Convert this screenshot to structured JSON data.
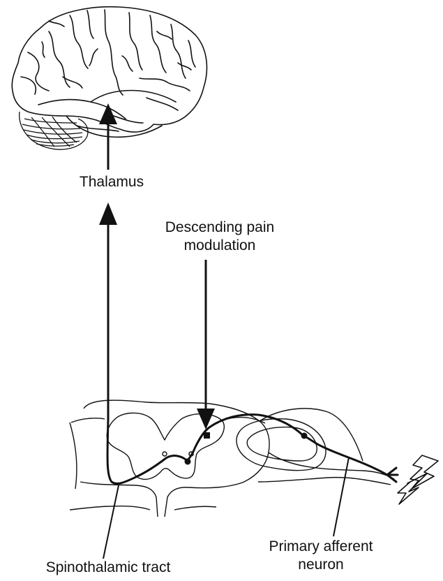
{
  "labels": {
    "thalamus": "Thalamus",
    "descending_line1": "Descending pain",
    "descending_line2": "modulation",
    "spinothalamic": "Spinothalamic tract",
    "primary_line1": "Primary afferent",
    "primary_line2": "neuron"
  },
  "colors": {
    "stroke": "#111111",
    "background": "#ffffff"
  },
  "icons": [
    "brain-illustration",
    "cerebellum-illustration",
    "spinal-cord-cross-section",
    "dorsal-root-ganglion",
    "lightning-bolt-icon"
  ]
}
